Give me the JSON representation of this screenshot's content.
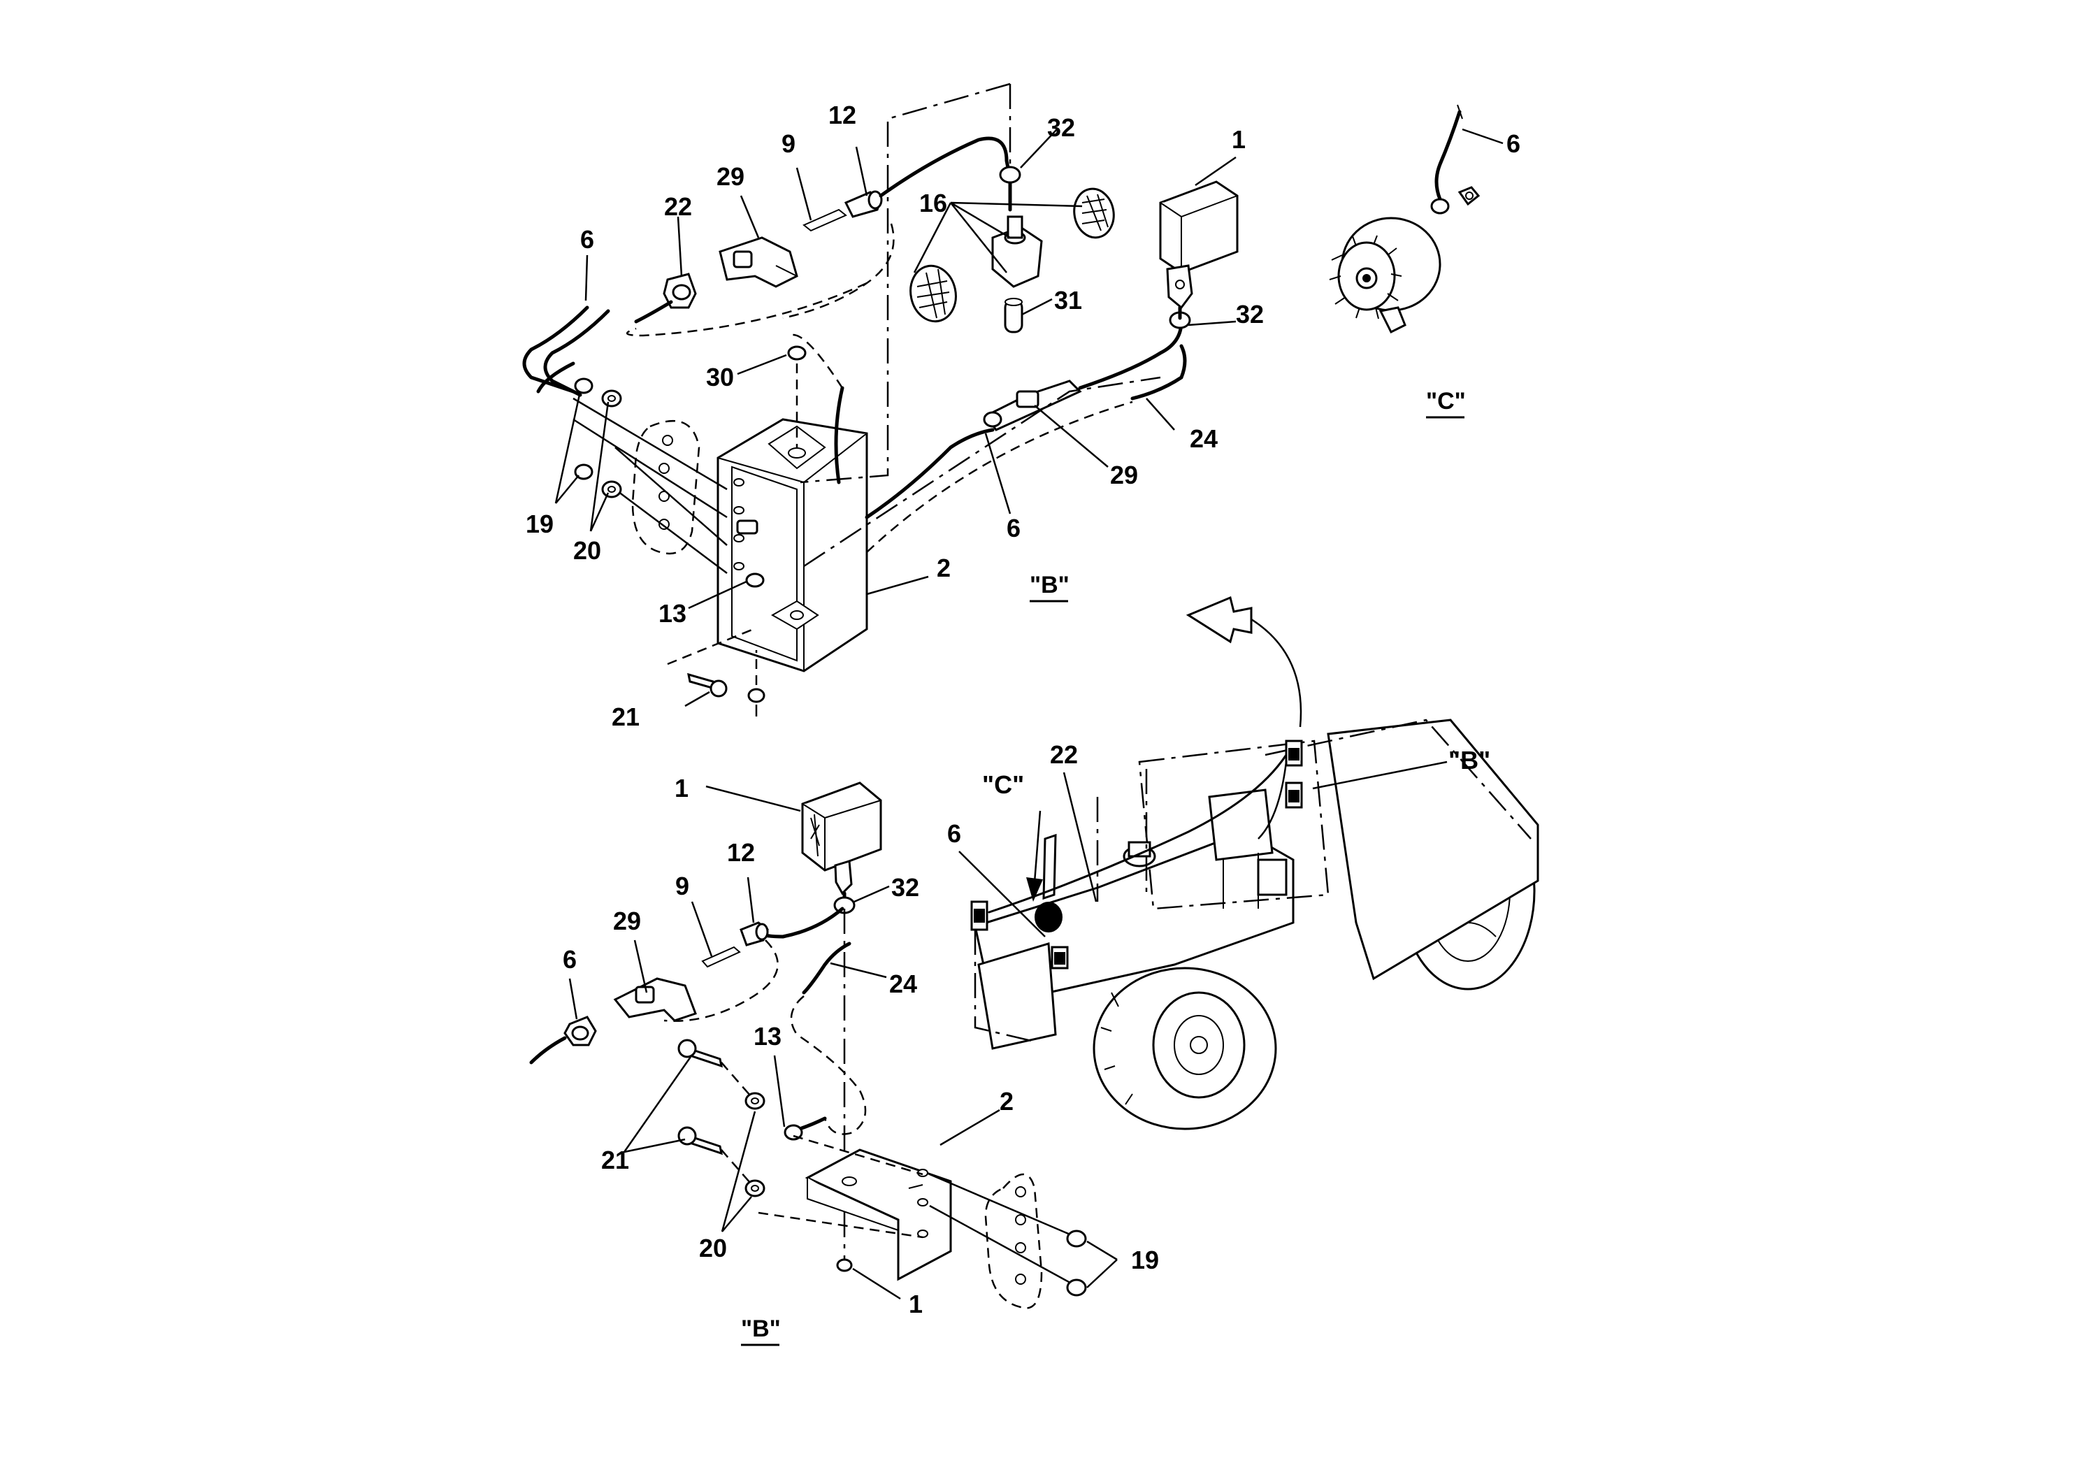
{
  "callouts": {
    "top_1": "1",
    "top_32a": "32",
    "top_12": "12",
    "top_9": "9",
    "top_29a": "29",
    "top_22": "22",
    "top_6a": "6",
    "top_16": "16",
    "top_31": "31",
    "top_32b": "32",
    "top_30": "30",
    "top_19": "19",
    "top_20": "20",
    "top_13": "13",
    "top_2": "2",
    "top_21": "21",
    "top_24": "24",
    "top_29b": "29",
    "top_6b": "6",
    "c_6": "6",
    "bot_1a": "1",
    "bot_12": "12",
    "bot_9": "9",
    "bot_29": "29",
    "bot_6": "6",
    "bot_32": "32",
    "bot_24": "24",
    "bot_13": "13",
    "bot_2": "2",
    "bot_21": "21",
    "bot_20": "20",
    "bot_19": "19",
    "bot_1b": "1",
    "mach_22": "22",
    "mach_6": "6",
    "mach_C": "\"C\"",
    "mach_B": "\"B\""
  },
  "view_labels": {
    "view_c": "\"C\"",
    "view_b_top": "\"B\"",
    "view_b_bottom": "\"B\""
  }
}
